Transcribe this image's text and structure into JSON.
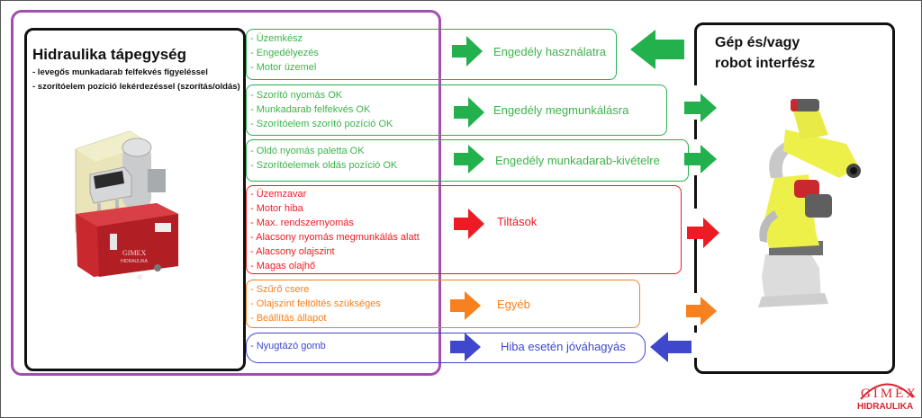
{
  "colors": {
    "green": "#22b14c",
    "green_text": "#3cb44b",
    "red": "#ed1c24",
    "orange": "#f7801f",
    "blue": "#3f48cc",
    "purple": "#a24fb0",
    "black": "#111111"
  },
  "power_unit": {
    "title": "Hidraulika tápegység",
    "features": [
      "- levegős munkadarab felfekvés figyeléssel",
      "- szorítóelem pozíció lekérdezéssel (szorítás/oldás)"
    ],
    "image": "hydraulic-power-unit"
  },
  "interface": {
    "title_line1": "Gép és/vagy",
    "title_line2": "robot interfész",
    "image": "industrial-robot-arm"
  },
  "groups": [
    {
      "color": "green",
      "items": [
        "- Üzemkész",
        "- Engedélyezés",
        "- Motor üzemel"
      ],
      "output": "Engedély használatra",
      "direction": "bidirectional-in"
    },
    {
      "color": "green",
      "items": [
        "- Szorító nyomás OK",
        "- Munkadarab felfekvés OK",
        "- Szorítóelem szorító pozíció OK"
      ],
      "output": "Engedély megmunkálásra",
      "direction": "out"
    },
    {
      "color": "green",
      "items": [
        "- Oldó nyomás paletta OK",
        "- Szorítóelemek oldás pozíció OK"
      ],
      "output": "Engedély munkadarab-kivételre",
      "direction": "out"
    },
    {
      "color": "red",
      "items": [
        "- Üzemzavar",
        "- Motor hiba",
        "- Max. rendszernyomás",
        "- Alacsony nyomás megmunkálás alatt",
        "- Alacsony olajszint",
        "- Magas olajhő"
      ],
      "output": "Tiltások",
      "direction": "out"
    },
    {
      "color": "orange",
      "items": [
        "- Szűrő csere",
        "- Olajszint feltöltés szükséges",
        "- Beállítás állapot"
      ],
      "output": "Egyéb",
      "direction": "out"
    },
    {
      "color": "blue",
      "items": [
        "- Nyugtázó gomb"
      ],
      "output": "Hiba esetén jóváhagyás",
      "direction": "in"
    }
  ],
  "logo": {
    "brand": "GIMEX",
    "sub": "HIDRAULIKA"
  }
}
